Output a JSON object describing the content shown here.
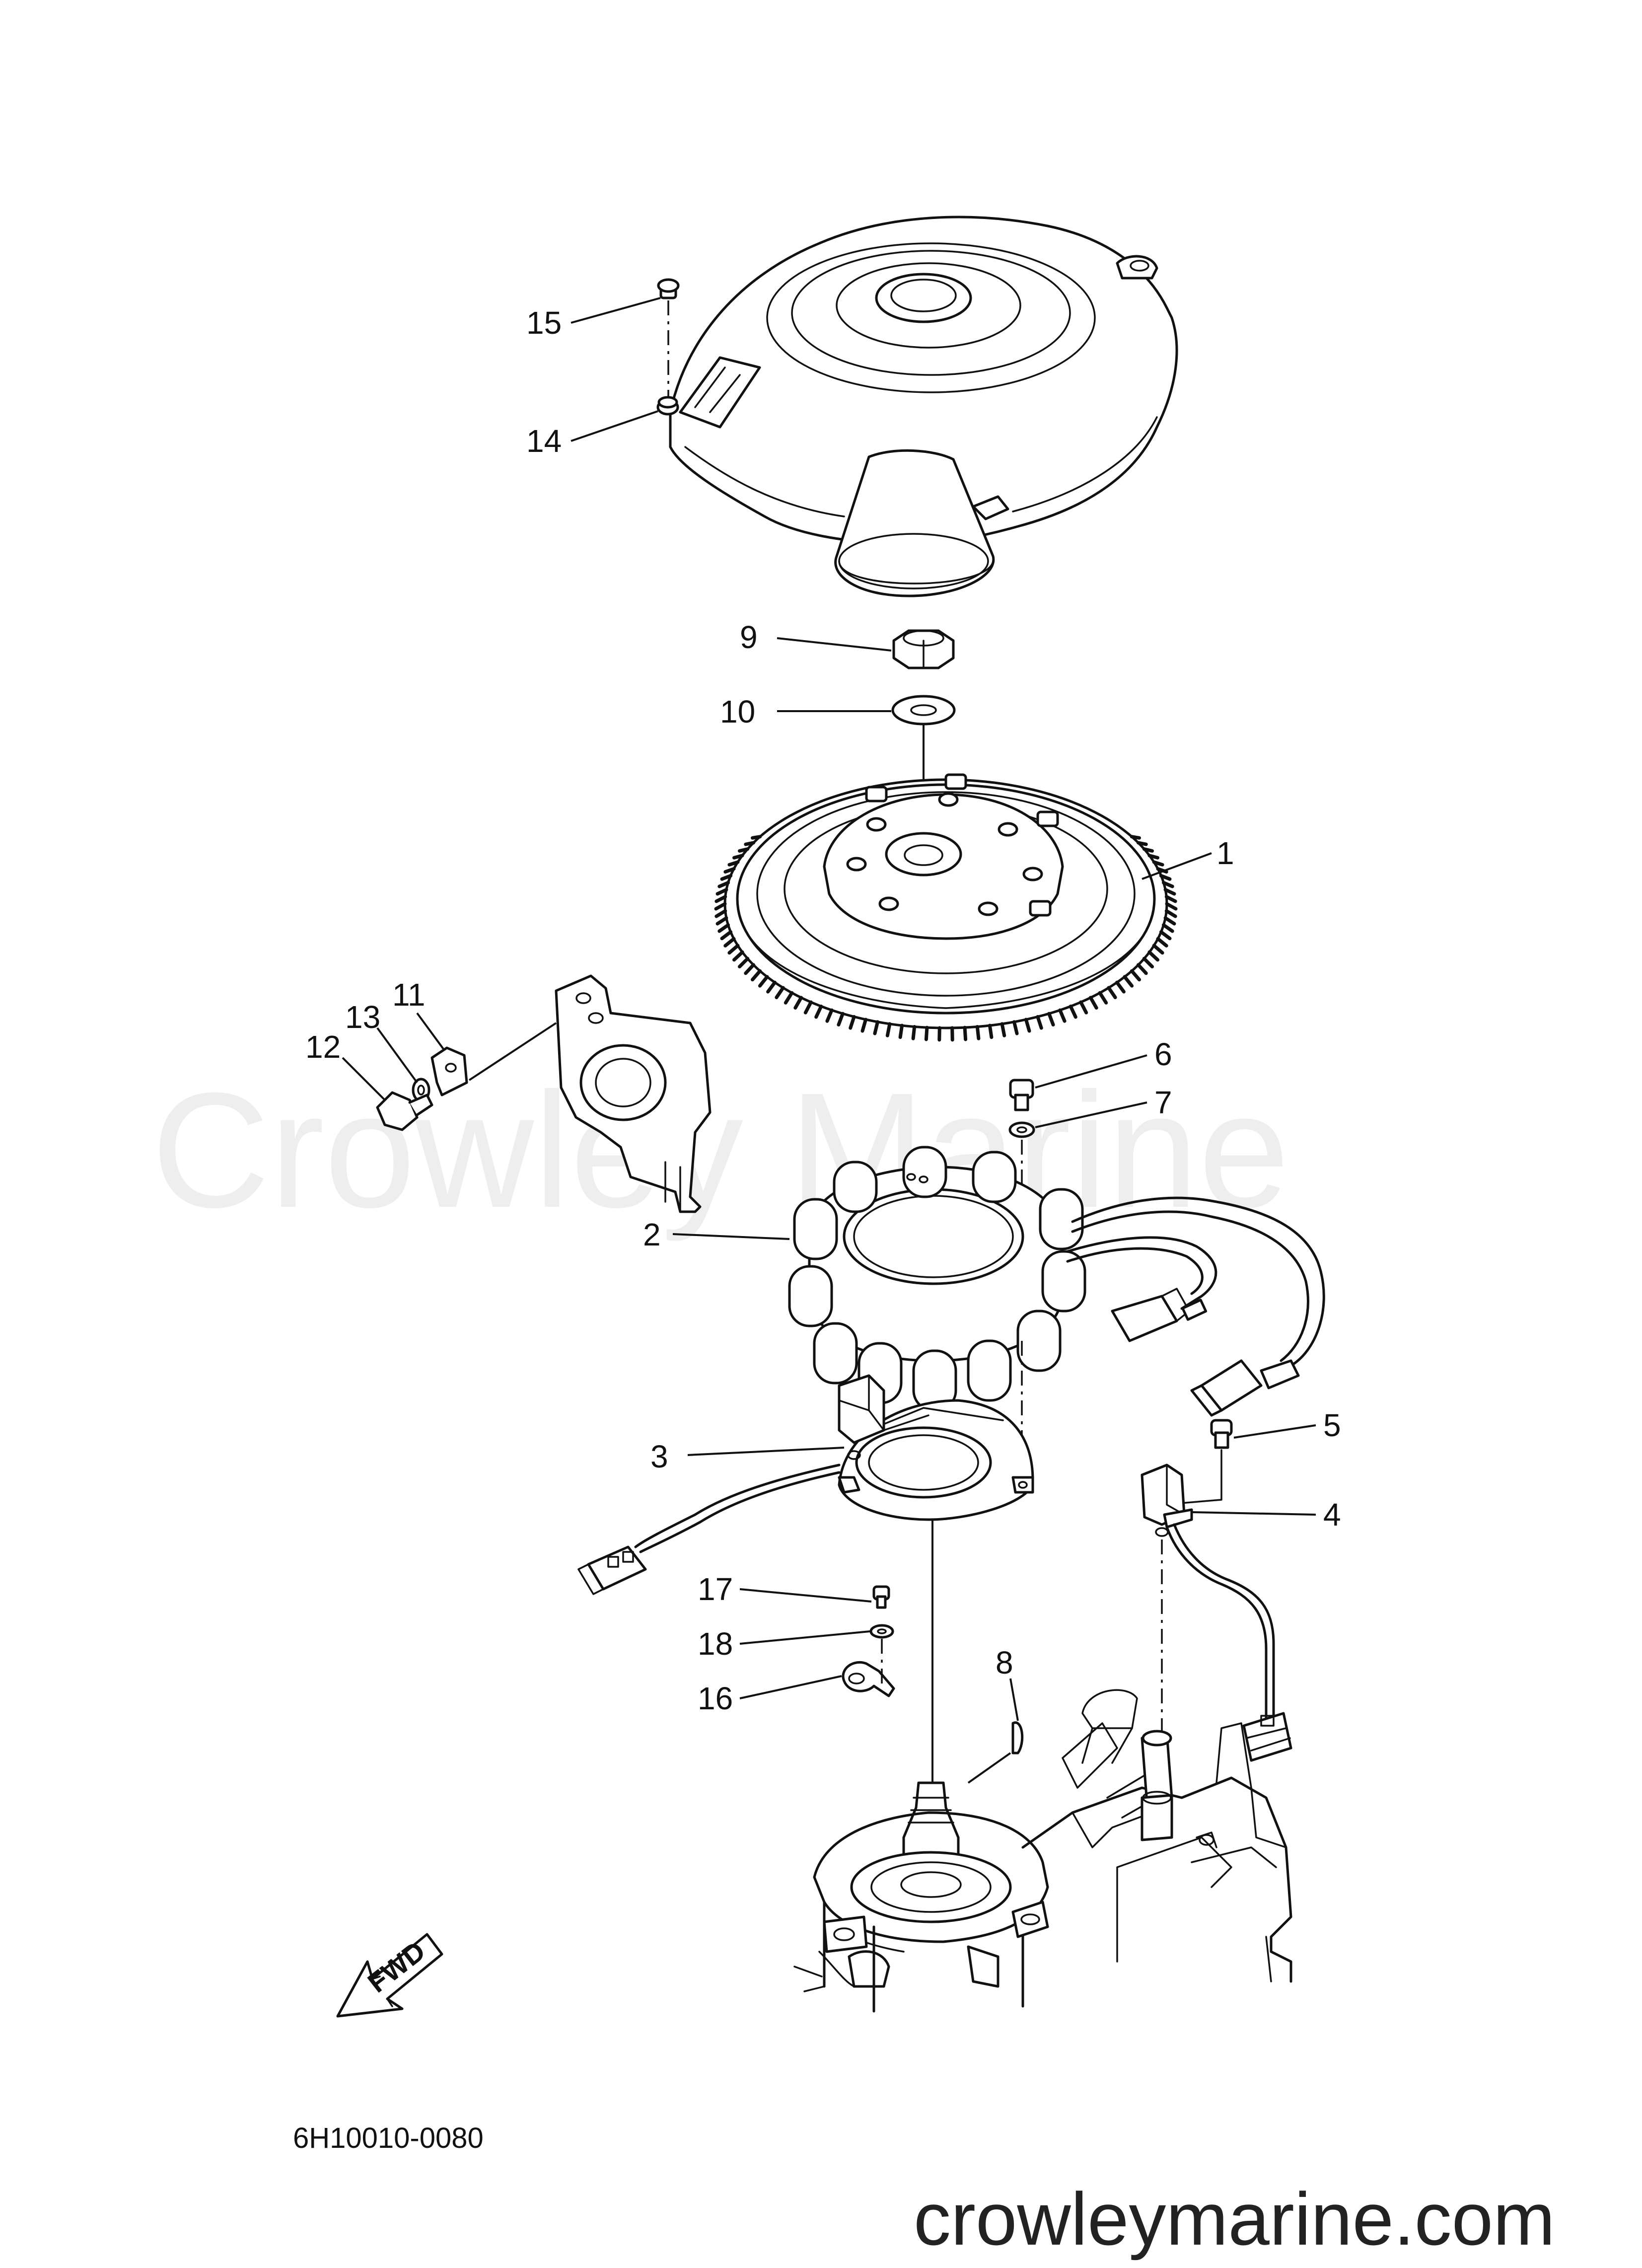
{
  "watermark": "Crowley Marine",
  "website": "crowleymarine.com",
  "diagram_code": "6H10010-0080",
  "fwd_label": "FWD",
  "parts": [
    {
      "ref": "1",
      "name": "flywheel"
    },
    {
      "ref": "2",
      "name": "stator"
    },
    {
      "ref": "3",
      "name": "pulser-base"
    },
    {
      "ref": "4",
      "name": "pulser-coil"
    },
    {
      "ref": "5",
      "name": "bolt"
    },
    {
      "ref": "6",
      "name": "bolt"
    },
    {
      "ref": "7",
      "name": "washer"
    },
    {
      "ref": "8",
      "name": "woodruff-key"
    },
    {
      "ref": "9",
      "name": "nut"
    },
    {
      "ref": "10",
      "name": "washer"
    },
    {
      "ref": "11",
      "name": "bracket"
    },
    {
      "ref": "12",
      "name": "bolt"
    },
    {
      "ref": "13",
      "name": "washer"
    },
    {
      "ref": "14",
      "name": "flywheel-cover"
    },
    {
      "ref": "15",
      "name": "bolt"
    },
    {
      "ref": "16",
      "name": "clamp"
    },
    {
      "ref": "17",
      "name": "bolt"
    },
    {
      "ref": "18",
      "name": "washer"
    }
  ]
}
